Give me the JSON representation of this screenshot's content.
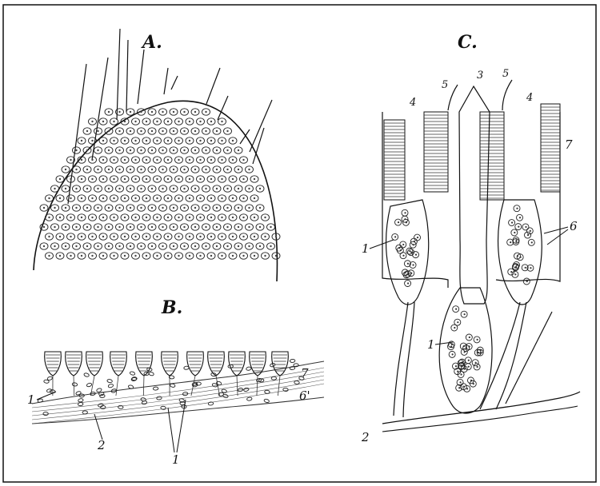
{
  "figure": {
    "panels": {
      "a": {
        "title": "A."
      },
      "b": {
        "title": "B.",
        "labels": {
          "l7": "7",
          "l1": "1",
          "l6p": "6'",
          "l2": "2",
          "l1b": "1"
        }
      },
      "c": {
        "title": "C.",
        "labels": {
          "l4a": "4",
          "l5a": "5",
          "l3": "3",
          "l5b": "5",
          "l4b": "4",
          "l7": "7",
          "l6": "6",
          "l1a": "1",
          "l1b": "1",
          "l2": "2"
        }
      }
    },
    "colors": {
      "ink": "#111111",
      "paper": "#ffffff"
    }
  }
}
